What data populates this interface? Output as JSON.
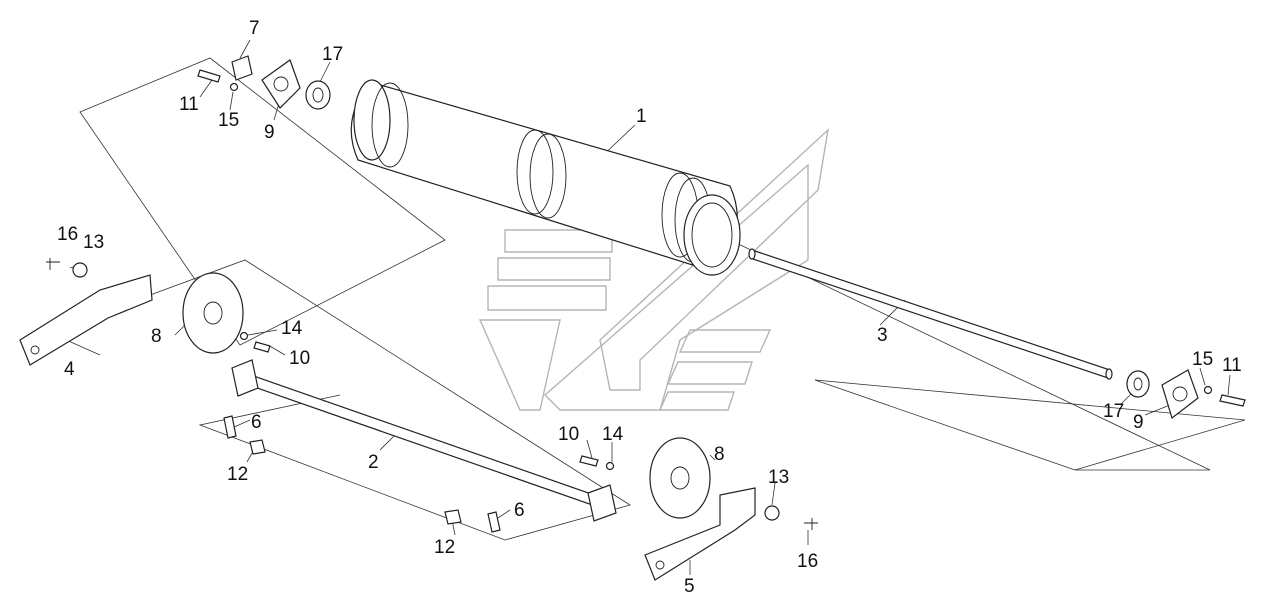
{
  "diagram": {
    "callouts": [
      {
        "id": "c1",
        "text": "1"
      },
      {
        "id": "c2",
        "text": "2"
      },
      {
        "id": "c3",
        "text": "3"
      },
      {
        "id": "c4",
        "text": "4"
      },
      {
        "id": "c5",
        "text": "5"
      },
      {
        "id": "c6a",
        "text": "6"
      },
      {
        "id": "c6b",
        "text": "6"
      },
      {
        "id": "c7",
        "text": "7"
      },
      {
        "id": "c8a",
        "text": "8"
      },
      {
        "id": "c8b",
        "text": "8"
      },
      {
        "id": "c9a",
        "text": "9"
      },
      {
        "id": "c9b",
        "text": "9"
      },
      {
        "id": "c10a",
        "text": "10"
      },
      {
        "id": "c10b",
        "text": "10"
      },
      {
        "id": "c11a",
        "text": "11"
      },
      {
        "id": "c11b",
        "text": "11"
      },
      {
        "id": "c12a",
        "text": "12"
      },
      {
        "id": "c12b",
        "text": "12"
      },
      {
        "id": "c13a",
        "text": "13"
      },
      {
        "id": "c13b",
        "text": "13"
      },
      {
        "id": "c14a",
        "text": "14"
      },
      {
        "id": "c14b",
        "text": "14"
      },
      {
        "id": "c15a",
        "text": "15"
      },
      {
        "id": "c15b",
        "text": "15"
      },
      {
        "id": "c16a",
        "text": "16"
      },
      {
        "id": "c16b",
        "text": "16"
      },
      {
        "id": "c17a",
        "text": "17"
      },
      {
        "id": "c17b",
        "text": "17"
      }
    ]
  }
}
